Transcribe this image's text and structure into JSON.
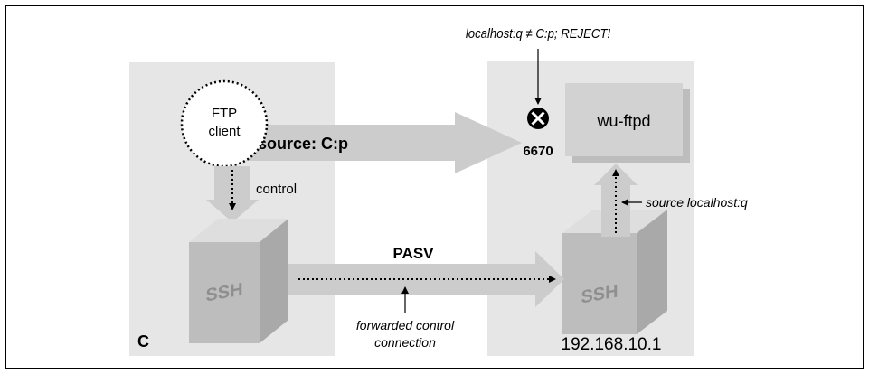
{
  "labels": {
    "ftp_client_line1": "FTP",
    "ftp_client_line2": "client",
    "source_cp": "source: C:p",
    "reject": "localhost:q ≠ C:p; REJECT!",
    "port": "6670",
    "server": "wu-ftpd",
    "control": "control",
    "source_localhost": "source localhost:q",
    "pasv": "PASV",
    "ssh_left": "SSH",
    "ssh_right": "SSH",
    "fwd_line1": "forwarded control",
    "fwd_line2": "connection",
    "host_c": "C",
    "host_ip": "192.168.10.1"
  },
  "colors": {
    "region_fill": "#e6e6e6",
    "arrow_fill": "#cccccc",
    "box_fill": "#d2d2d2",
    "cube_front": "#bdbdbd",
    "cube_top": "#dedede",
    "cube_side": "#a9a9a9",
    "ssh_text": "#8f8f8f"
  }
}
